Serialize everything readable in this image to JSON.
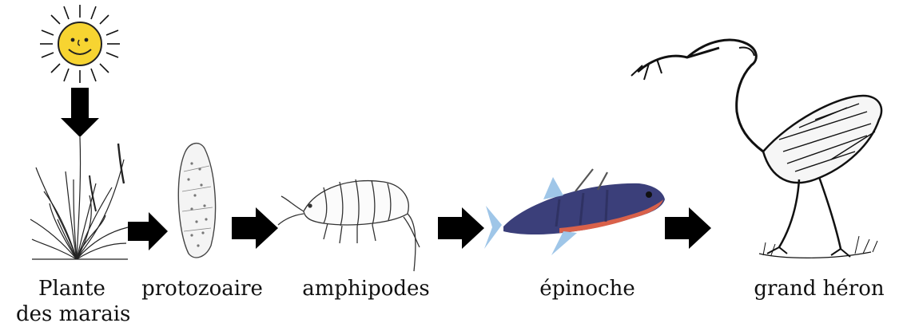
{
  "diagram": {
    "organisms": [
      {
        "id": "plante",
        "label_line1": "Plante",
        "label_line2": "des marais"
      },
      {
        "id": "protozoaire",
        "label": "protozoaire"
      },
      {
        "id": "amphipodes",
        "label": "amphipodes"
      },
      {
        "id": "epinoche",
        "label": "épinoche"
      },
      {
        "id": "heron",
        "label": "grand héron"
      }
    ],
    "energy_source": "sun",
    "arrow_color": "#000000",
    "sun_color": "#f7d431",
    "fish_colors": {
      "back": "#3b3f7a",
      "belly": "#d9614a",
      "fin": "#9fc6e8"
    }
  }
}
